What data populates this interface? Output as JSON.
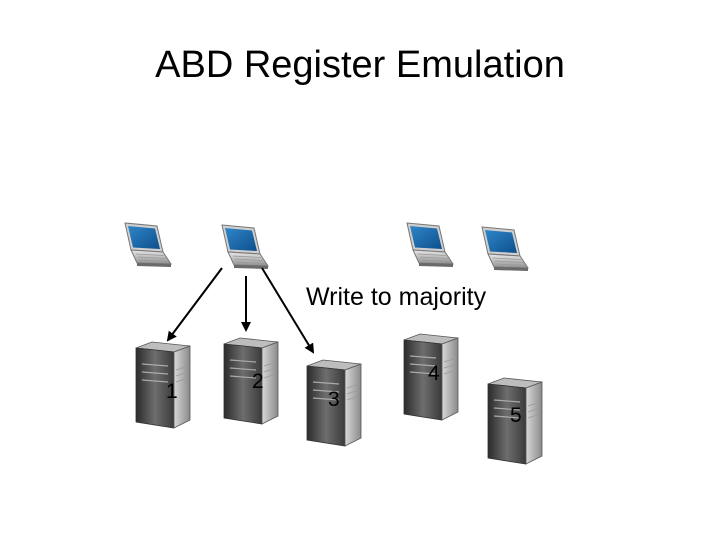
{
  "title": "ABD Register Emulation",
  "caption": "Write to majority",
  "clients": [
    {
      "icon": "laptop-icon"
    },
    {
      "icon": "laptop-icon"
    },
    {
      "icon": "laptop-icon"
    },
    {
      "icon": "laptop-icon"
    }
  ],
  "servers": [
    {
      "label": "1",
      "icon": "server-tower-icon"
    },
    {
      "label": "2",
      "icon": "server-tower-icon"
    },
    {
      "label": "3",
      "icon": "server-tower-icon"
    },
    {
      "label": "4",
      "icon": "server-tower-icon"
    },
    {
      "label": "5",
      "icon": "server-tower-icon"
    }
  ]
}
